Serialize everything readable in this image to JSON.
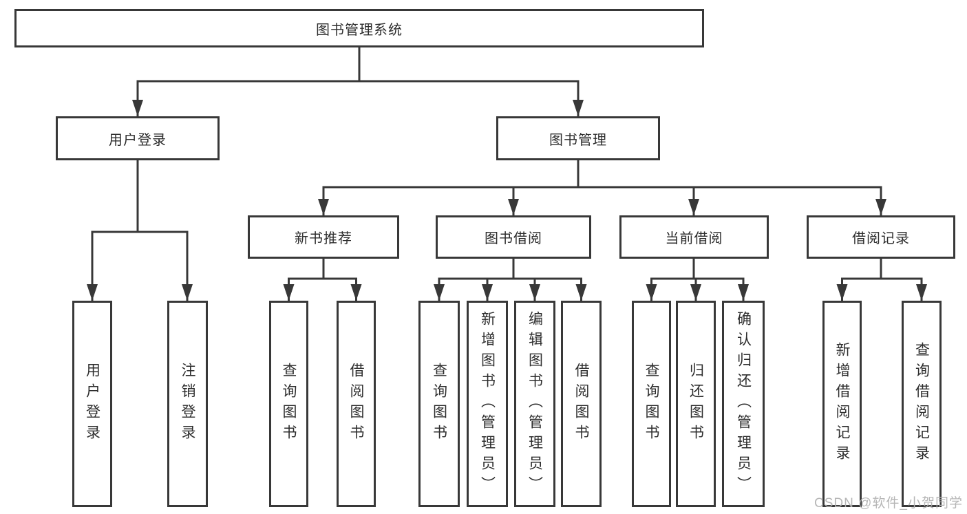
{
  "colors": {
    "line": "#383838",
    "border": "#383838",
    "text": "#2d2d2d",
    "background": "#ffffff",
    "watermark": "#b3b3b3"
  },
  "diagram": {
    "root": "图书管理系统",
    "level2": {
      "user_login": "用户登录",
      "book_management": "图书管理"
    },
    "level3": {
      "new_book": "新书推荐",
      "borrowing": "图书借阅",
      "current": "当前借阅",
      "records": "借阅记录"
    },
    "leaves": {
      "user_login": [
        "用户登录",
        "注销登录"
      ],
      "new_book": [
        "查询图书",
        "借阅图书"
      ],
      "borrowing": [
        "查询图书",
        "新增图书（管理员）",
        "编辑图书（管理员）",
        "借阅图书"
      ],
      "current": [
        "查询图书",
        "归还图书",
        "确认归还（管理员）"
      ],
      "records": [
        "新增借阅记录",
        "查询借阅记录"
      ]
    }
  },
  "watermark": {
    "text": "CSDN @软件_小贺同学"
  }
}
